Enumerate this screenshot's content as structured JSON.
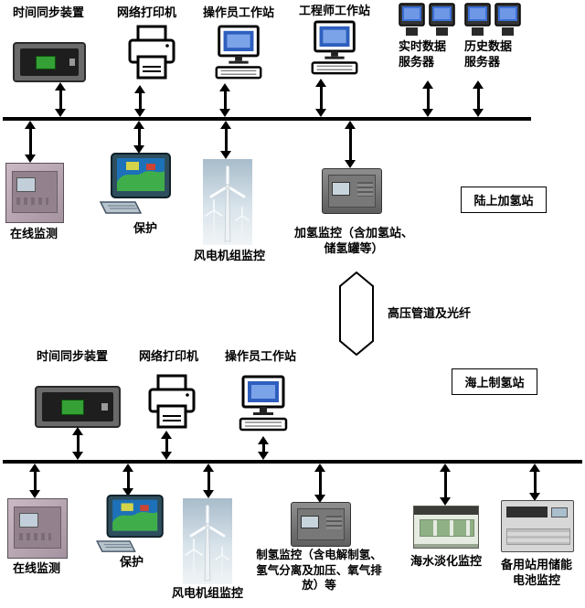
{
  "diagram": {
    "onshore": {
      "station_badge": "陆上加氢站",
      "time_sync": "时间同步装置",
      "printer": "网络打印机",
      "operator_ws": "操作员工作站",
      "engineer_ws": "工程师工作站",
      "realtime_server": "实时数据服务器",
      "history_server": "历史数据服务器",
      "online_monitoring": "在线监测",
      "protection": "保护",
      "wind_turbine_monitoring": "风电机组监控",
      "hydrogen_refueling_monitoring": "加氢监控（含加氢站、储氢罐等）"
    },
    "connector": {
      "pipeline": "高压管道及光纤"
    },
    "offshore": {
      "station_badge": "海上制氢站",
      "time_sync": "时间同步装置",
      "printer": "网络打印机",
      "operator_ws": "操作员工作站",
      "online_monitoring": "在线监测",
      "protection": "保护",
      "wind_turbine_monitoring": "风电机组监控",
      "hydrogen_production_monitoring": "制氢监控（含电解制氢、氢气分离及加压、氧气排放）等",
      "seawater_desalination_monitoring": "海水淡化监控",
      "battery_storage_monitoring": "备用站用储能电池监控"
    },
    "colors": {
      "bus": "#000000",
      "screen_blue": "#2e5fbe",
      "lcd_green": "#35a035",
      "relay_mauve": "#b9a7b3"
    }
  }
}
